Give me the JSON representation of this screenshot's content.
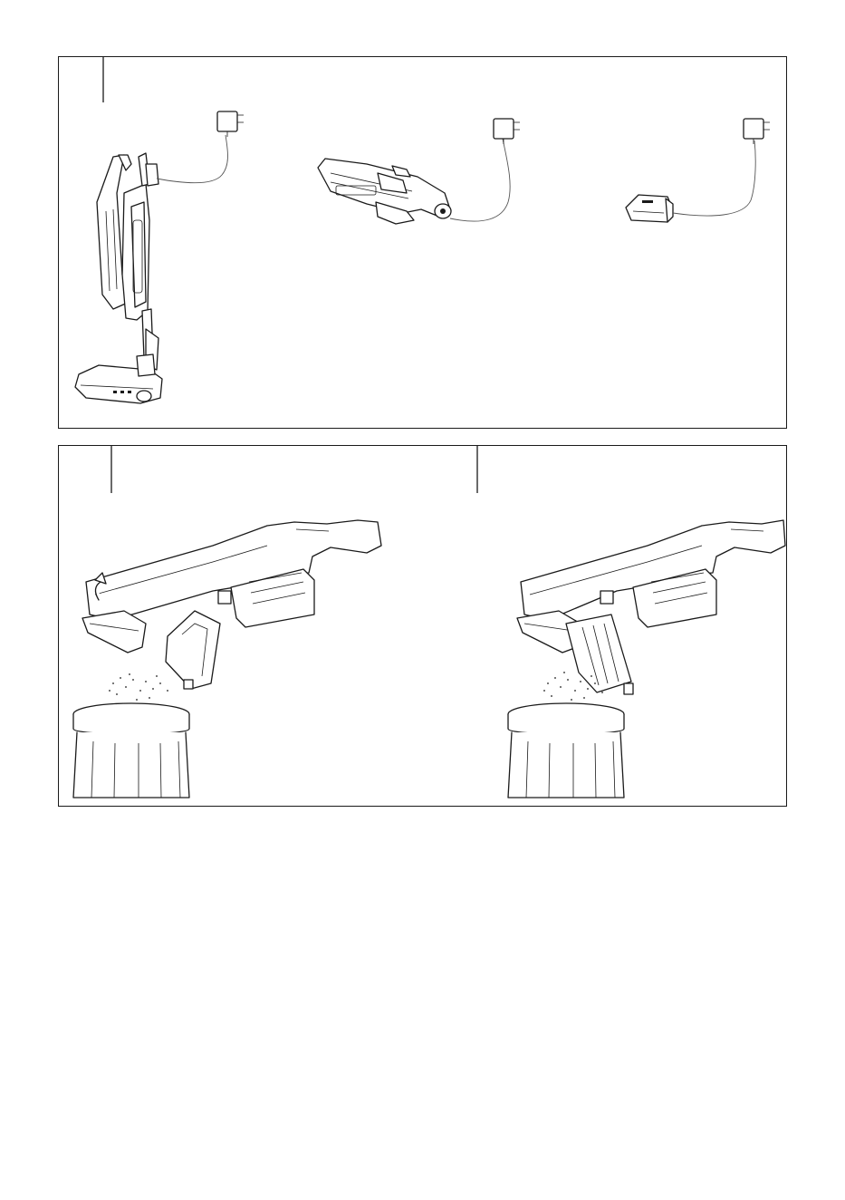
{
  "page": {
    "background": "#ffffff",
    "line_color": "#1a1a1a"
  },
  "panel_1": {
    "illustrations": [
      {
        "name": "stick-vacuum-charging",
        "icon": "stick-vacuum-icon"
      },
      {
        "name": "handheld-vacuum-charging",
        "icon": "handheld-vacuum-icon"
      },
      {
        "name": "battery-charging",
        "icon": "battery-pack-icon"
      }
    ],
    "chargers": [
      "charger-plug-icon",
      "charger-plug-icon",
      "charger-plug-icon"
    ]
  },
  "panel_2": {
    "steps": [
      {
        "name": "empty-dustbin-open-latch",
        "icon": "dustbin-release-arrow-icon"
      },
      {
        "name": "empty-dustbin-into-trash",
        "icon": "trash-can-icon"
      }
    ]
  }
}
